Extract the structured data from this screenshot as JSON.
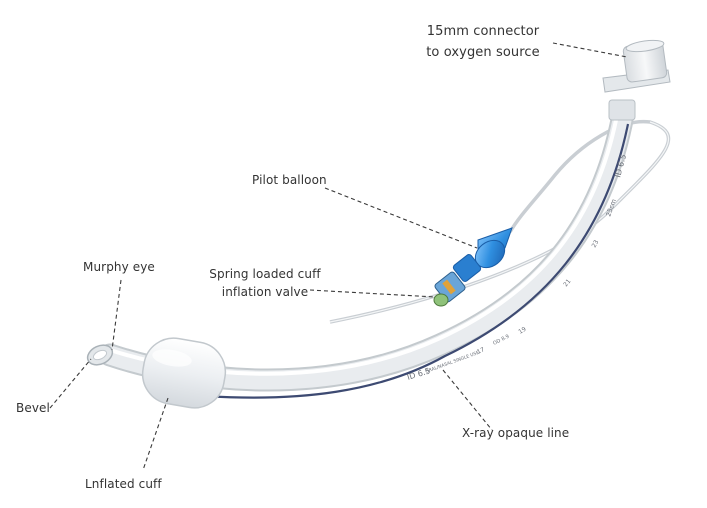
{
  "diagram": {
    "labels": {
      "connector": {
        "line1": "15mm connector",
        "line2": "to oxygen source"
      },
      "pilot_balloon": "Pilot balloon",
      "murphy_eye": "Murphy eye",
      "valve": {
        "line1": "Spring loaded cuff",
        "line2": "inflation valve"
      },
      "bevel": "Bevel",
      "xray_line": "X-ray opaque line",
      "cuff": "Lnflated cuff"
    },
    "tube_markings": {
      "id_tip": "ID 6.5",
      "print_line": "ORAL/NASAL SINGLE USE",
      "depth_17": "17",
      "od": "OD 8.9",
      "depth_19": "19",
      "depth_21": "21",
      "depth_23": "23",
      "depth_25": "25cm",
      "id_top": "ID 6.5"
    },
    "colors": {
      "tube": "#e9ecef",
      "xray_line": "#3d4a72",
      "pilot_balloon": "#2f8fe0",
      "valve_accent": "#e0a23a",
      "leader_line": "#3a3a3a",
      "label_text": "#333333"
    }
  }
}
